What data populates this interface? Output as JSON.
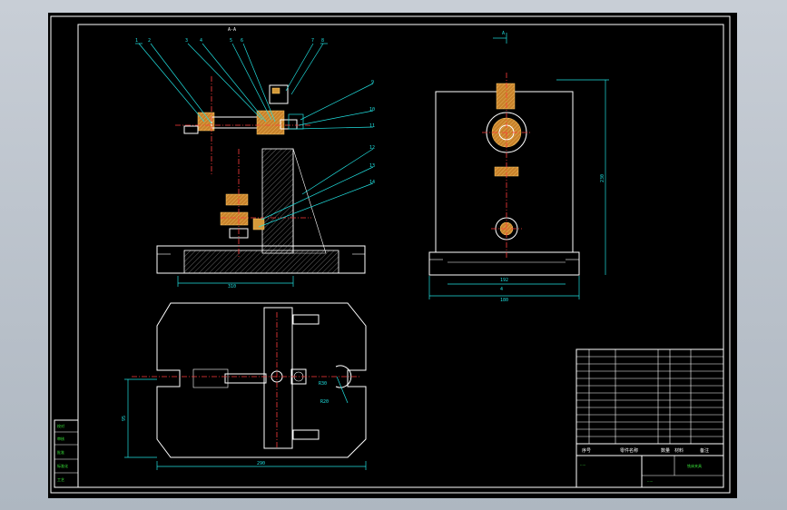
{
  "drawing": {
    "section_label": "A-A",
    "view_arrow_label": "A",
    "front_leaders": [
      "1",
      "2",
      "3",
      "4",
      "5",
      "6",
      "7",
      "8"
    ],
    "right_leaders": [
      "9",
      "10",
      "11",
      "12",
      "13",
      "14"
    ],
    "dims": {
      "front_width": "310",
      "side_height": "230",
      "side_inner": "192",
      "side_width": "180",
      "side_center": "4",
      "plan_height": "95",
      "plan_width": "290",
      "plan_r": "R30",
      "plan_r2": "R20"
    },
    "title_block": {
      "name": "铣床夹具",
      "header_cols": [
        "序号",
        "零件名称",
        "数量",
        "材料",
        "备注"
      ]
    },
    "left_stamp": [
      "校对",
      "审核",
      "批准",
      "标准化",
      "工艺"
    ]
  }
}
